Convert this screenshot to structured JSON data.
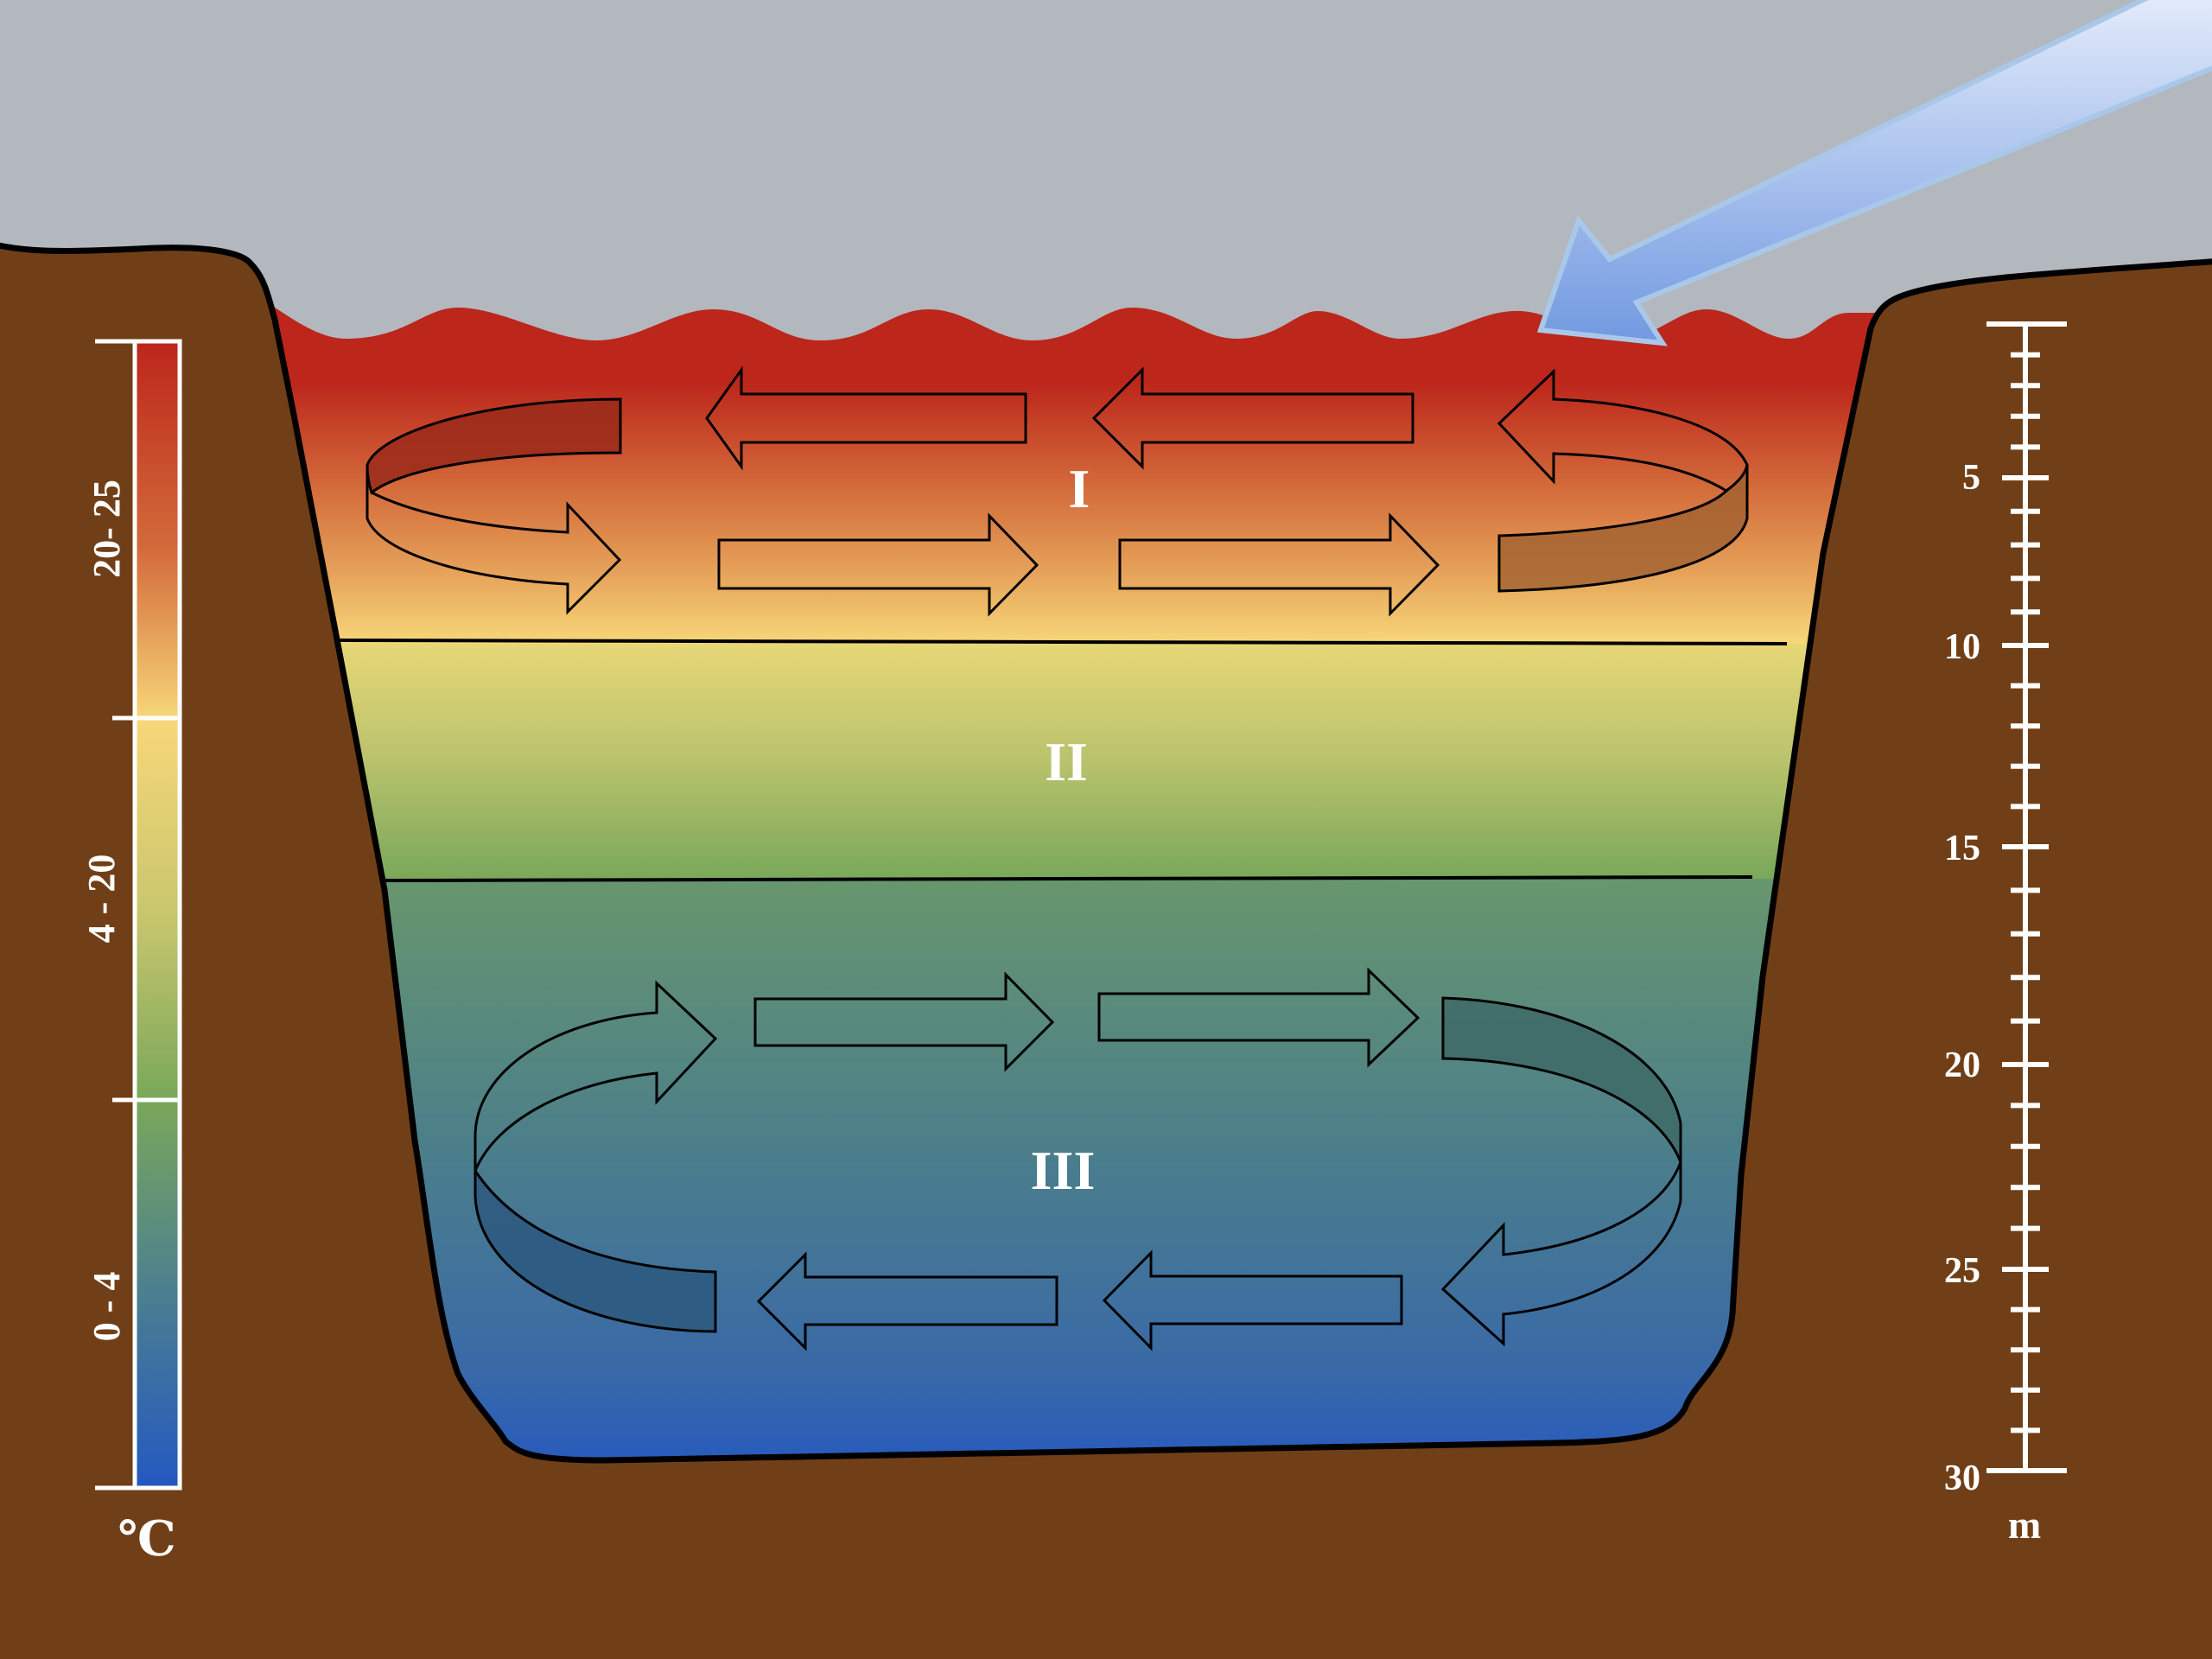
{
  "title": "Lake thermal stratification",
  "colors": {
    "sky": "#b3b7be",
    "soil": "#713f17",
    "shoreline": "#000000",
    "warm_top": "#bc261b",
    "warm_mid": "#d7743f",
    "warm_bottom": "#f7d779",
    "meta_top": "#e7d777",
    "meta_bottom": "#7aa85a",
    "cold_top": "#67966d",
    "cold_mid": "#477a90",
    "cold_bottom": "#2458c1",
    "sun_ray_light": "#dde7f9",
    "sun_ray_dark": "#7199e1",
    "sun_ray_stroke": "#a9c8e9"
  },
  "sun_ray": {
    "icon": "sunlight-arrow-icon"
  },
  "zones": [
    {
      "id": "epilimnion",
      "label": "I",
      "temp_range": "20- 25"
    },
    {
      "id": "metalimnion",
      "label": "II",
      "temp_range": "4 - 20"
    },
    {
      "id": "hypolimnion",
      "label": "III",
      "temp_range": "0 - 4"
    }
  ],
  "temperature_scale": {
    "unit": "℃",
    "ranges": [
      "20- 25",
      "4 - 20",
      "0 - 4"
    ]
  },
  "depth_scale": {
    "unit": "m",
    "min": 0,
    "max": 30,
    "major_step": 5,
    "minor_step": 1,
    "labels": [
      "5",
      "10",
      "15",
      "20",
      "25",
      "30"
    ],
    "layer_boundaries_m": [
      9.2,
      15.7
    ]
  },
  "circulation": {
    "upper": {
      "icon": "circulation-arrows-icon",
      "direction": "counter-clockwise-surface-mixing"
    },
    "lower": {
      "icon": "circulation-arrows-icon",
      "direction": "clockwise-deep-mixing"
    }
  }
}
